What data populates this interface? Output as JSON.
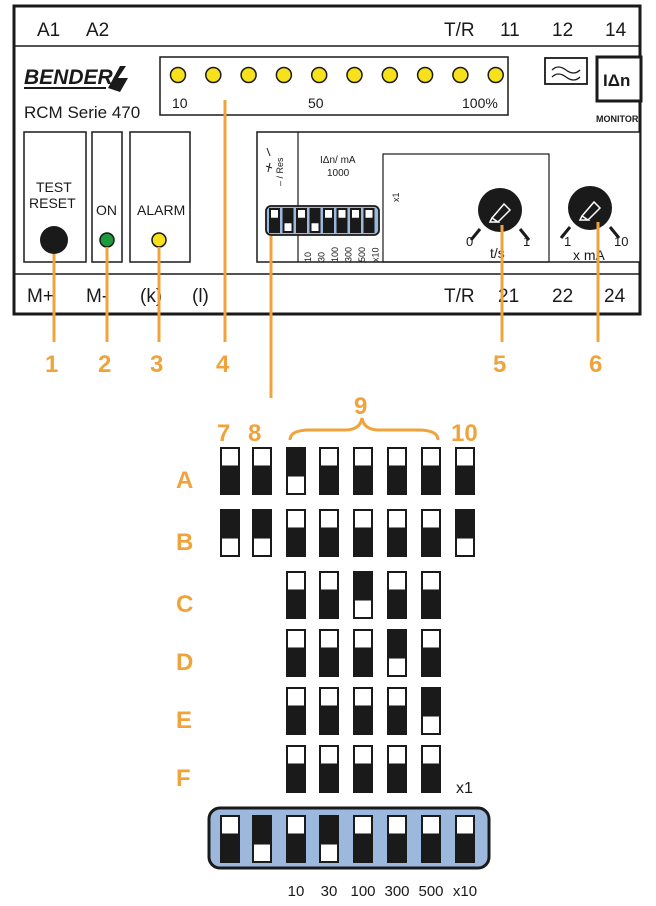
{
  "device": {
    "brand": "BENDER",
    "model": "RCM Serie 470",
    "terminals_top": [
      "A1",
      "A2",
      "T/R",
      "11",
      "12",
      "14"
    ],
    "terminals_bottom": [
      "M+",
      "M-",
      "(k)",
      "(l)",
      "T/R",
      "21",
      "22",
      "24"
    ],
    "led_bar": {
      "led_count": 10,
      "scale": [
        "10",
        "50",
        "100%"
      ]
    },
    "buttons": {
      "test_reset": [
        "TEST",
        "RESET"
      ],
      "on": "ON",
      "alarm": "ALARM"
    },
    "monitor": {
      "delta_i": "IΔn",
      "label": "MONITOR"
    },
    "dip_panel": {
      "title": "IΔn/ mA",
      "subtitle": "1000",
      "left_label_1": "– / Res",
      "x1": "x1",
      "bottom_labels": [
        "10",
        "30",
        "100",
        "300",
        "500",
        "x10"
      ]
    },
    "knob_t": {
      "min": "0",
      "max": "1",
      "unit": "t/s"
    },
    "knob_ma": {
      "min": "1",
      "max": "10",
      "unit": "x mA"
    }
  },
  "callouts": [
    "1",
    "2",
    "3",
    "4",
    "5",
    "6",
    "9",
    "7",
    "8",
    "10"
  ],
  "dip_table": {
    "rows": [
      {
        "label": "A",
        "states": [
          "up",
          "up",
          "down",
          "up",
          "up",
          "up",
          "up",
          "up"
        ]
      },
      {
        "label": "B",
        "states": [
          "down",
          "down",
          "up",
          "up",
          "up",
          "up",
          "up",
          "down"
        ]
      },
      {
        "label": "C",
        "states": [
          null,
          null,
          "up",
          "up",
          "down",
          "up",
          "up",
          null
        ]
      },
      {
        "label": "D",
        "states": [
          null,
          null,
          "up",
          "up",
          "up",
          "down",
          "up",
          null
        ]
      },
      {
        "label": "E",
        "states": [
          null,
          null,
          "up",
          "up",
          "up",
          "up",
          "down",
          null
        ]
      },
      {
        "label": "F",
        "states": [
          null,
          null,
          "up",
          "up",
          "up",
          "up",
          "up",
          null
        ]
      }
    ],
    "f_suffix": "x1",
    "legend_states": [
      "up",
      "down",
      "up",
      "down",
      "up",
      "up",
      "up",
      "up"
    ],
    "legend_labels": [
      "10",
      "30",
      "100",
      "300",
      "500",
      "x10"
    ]
  },
  "colors": {
    "accent": "#f0a33a",
    "led_yellow": "#f7e11a",
    "led_green": "#1f9a3a",
    "dip_blue": "#9cb9dd",
    "dark": "#1a1a1a"
  }
}
